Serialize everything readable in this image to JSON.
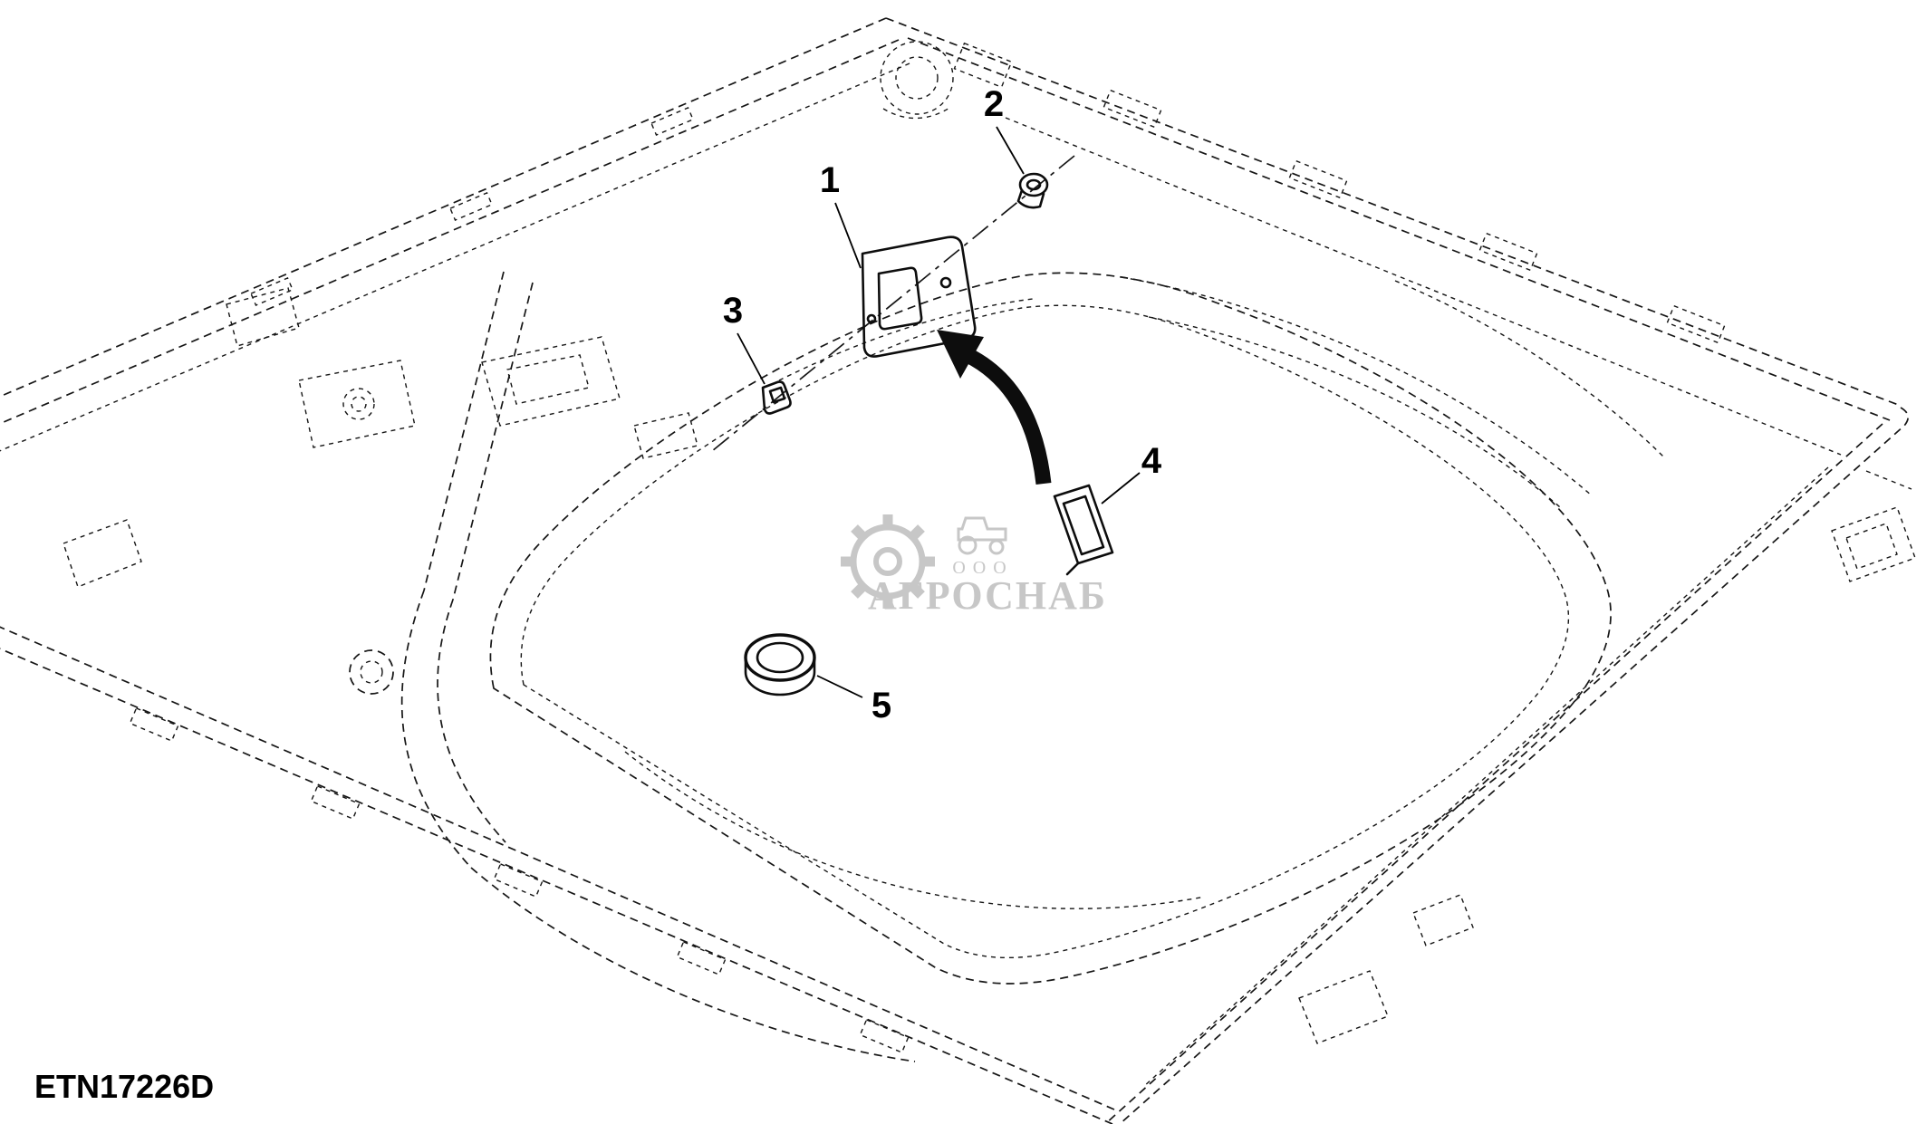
{
  "drawing_id": "ETN17226D",
  "callouts": [
    {
      "label": "1"
    },
    {
      "label": "2"
    },
    {
      "label": "3"
    },
    {
      "label": "4"
    },
    {
      "label": "5"
    }
  ],
  "watermark": {
    "prefix": "ООО",
    "name": "АГРОСНАБ"
  },
  "colors": {
    "line": "#161616",
    "part": "#0d0d0d",
    "label": "#000000",
    "watermark": "#9b9b9b",
    "background": "#ffffff"
  }
}
